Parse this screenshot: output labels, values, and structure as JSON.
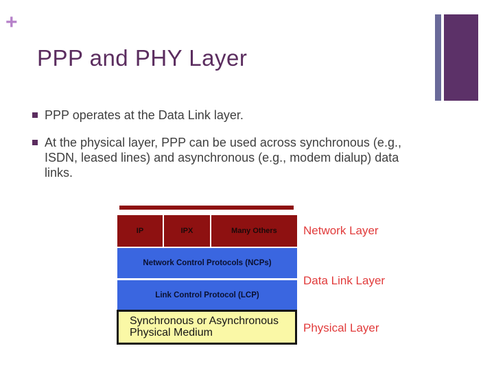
{
  "header": {
    "plus": "+",
    "title": "PPP and PHY Layer"
  },
  "bullets": [
    {
      "text": "PPP operates at the Data Link layer."
    },
    {
      "text": "At the physical layer, PPP can be used across synchronous (e.g., ISDN, leased lines) and asynchronous (e.g., modem dialup) data links."
    }
  ],
  "diagram": {
    "protocol_boxes": [
      {
        "label": "IP"
      },
      {
        "label": "IPX"
      },
      {
        "label": "Many Others"
      }
    ],
    "ncp_box": "Network Control Protocols (NCPs)",
    "lcp_box": "Link Control Protocol (LCP)",
    "physical_box": "Synchronous or Asynchronous Physical Medium",
    "layer_labels": {
      "network": "Network Layer",
      "data_link": "Data Link Layer",
      "physical": "Physical Layer"
    }
  },
  "colors": {
    "title_purple": "#5B2D5F",
    "accent_light_purple": "#B681C9",
    "bar_slate": "#6A6A99",
    "bar_plum": "#5C3168",
    "box_dark_red": "#8E1111",
    "box_blue": "#3A66E0",
    "box_yellow": "#FAF8A6",
    "label_red": "#E13B3B",
    "body_text": "#3F3F3F"
  }
}
